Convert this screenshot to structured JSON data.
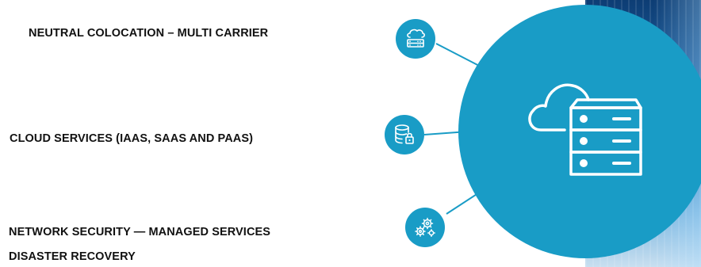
{
  "items": [
    {
      "label": "NEUTRAL COLOCATION – MULTI CARRIER",
      "icon": "cloud-server-icon"
    },
    {
      "label": "CLOUD SERVICES (IAAS, SAAS AND PAAS)",
      "icon": "database-lock-icon"
    },
    {
      "label": "NETWORK SECURITY — MANAGED SERVICES",
      "label2": "DISASTER RECOVERY",
      "icon": "gears-icon"
    }
  ],
  "central_icon": "cloud-server-stack-icon",
  "colors": {
    "accent": "#199cc6",
    "text": "#111111"
  }
}
